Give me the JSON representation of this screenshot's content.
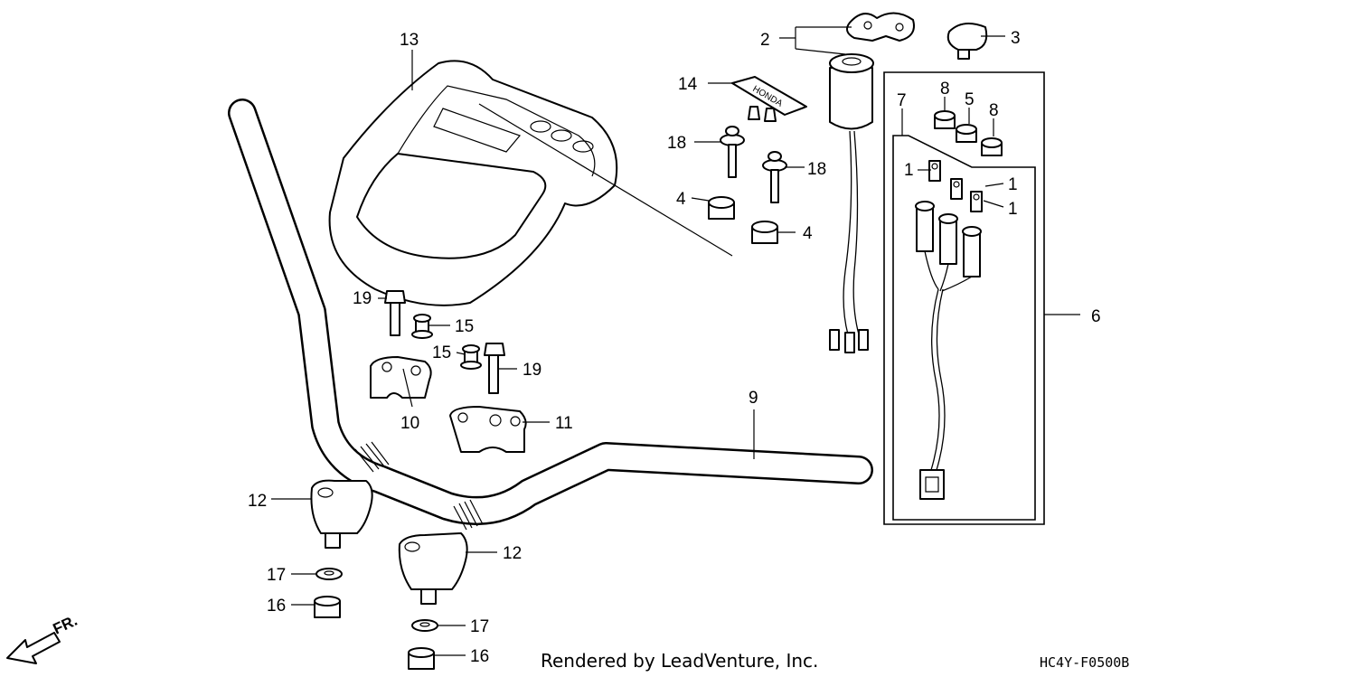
{
  "parts": {
    "p1a": "1",
    "p1b": "1",
    "p1c": "1",
    "p2": "2",
    "p3": "3",
    "p4a": "4",
    "p4b": "4",
    "p5": "5",
    "p6": "6",
    "p7": "7",
    "p8a": "8",
    "p8b": "8",
    "p9": "9",
    "p10": "10",
    "p11": "11",
    "p12a": "12",
    "p12b": "12",
    "p13": "13",
    "p14": "14",
    "p15a": "15",
    "p15b": "15",
    "p16a": "16",
    "p16b": "16",
    "p17a": "17",
    "p17b": "17",
    "p18a": "18",
    "p18b": "18",
    "p19a": "19",
    "p19b": "19"
  },
  "emblem_text": "HONDA",
  "direction_label": "FR.",
  "footer": {
    "credit": "Rendered by LeadVenture, Inc.",
    "code": "HC4Y-F0500B"
  }
}
